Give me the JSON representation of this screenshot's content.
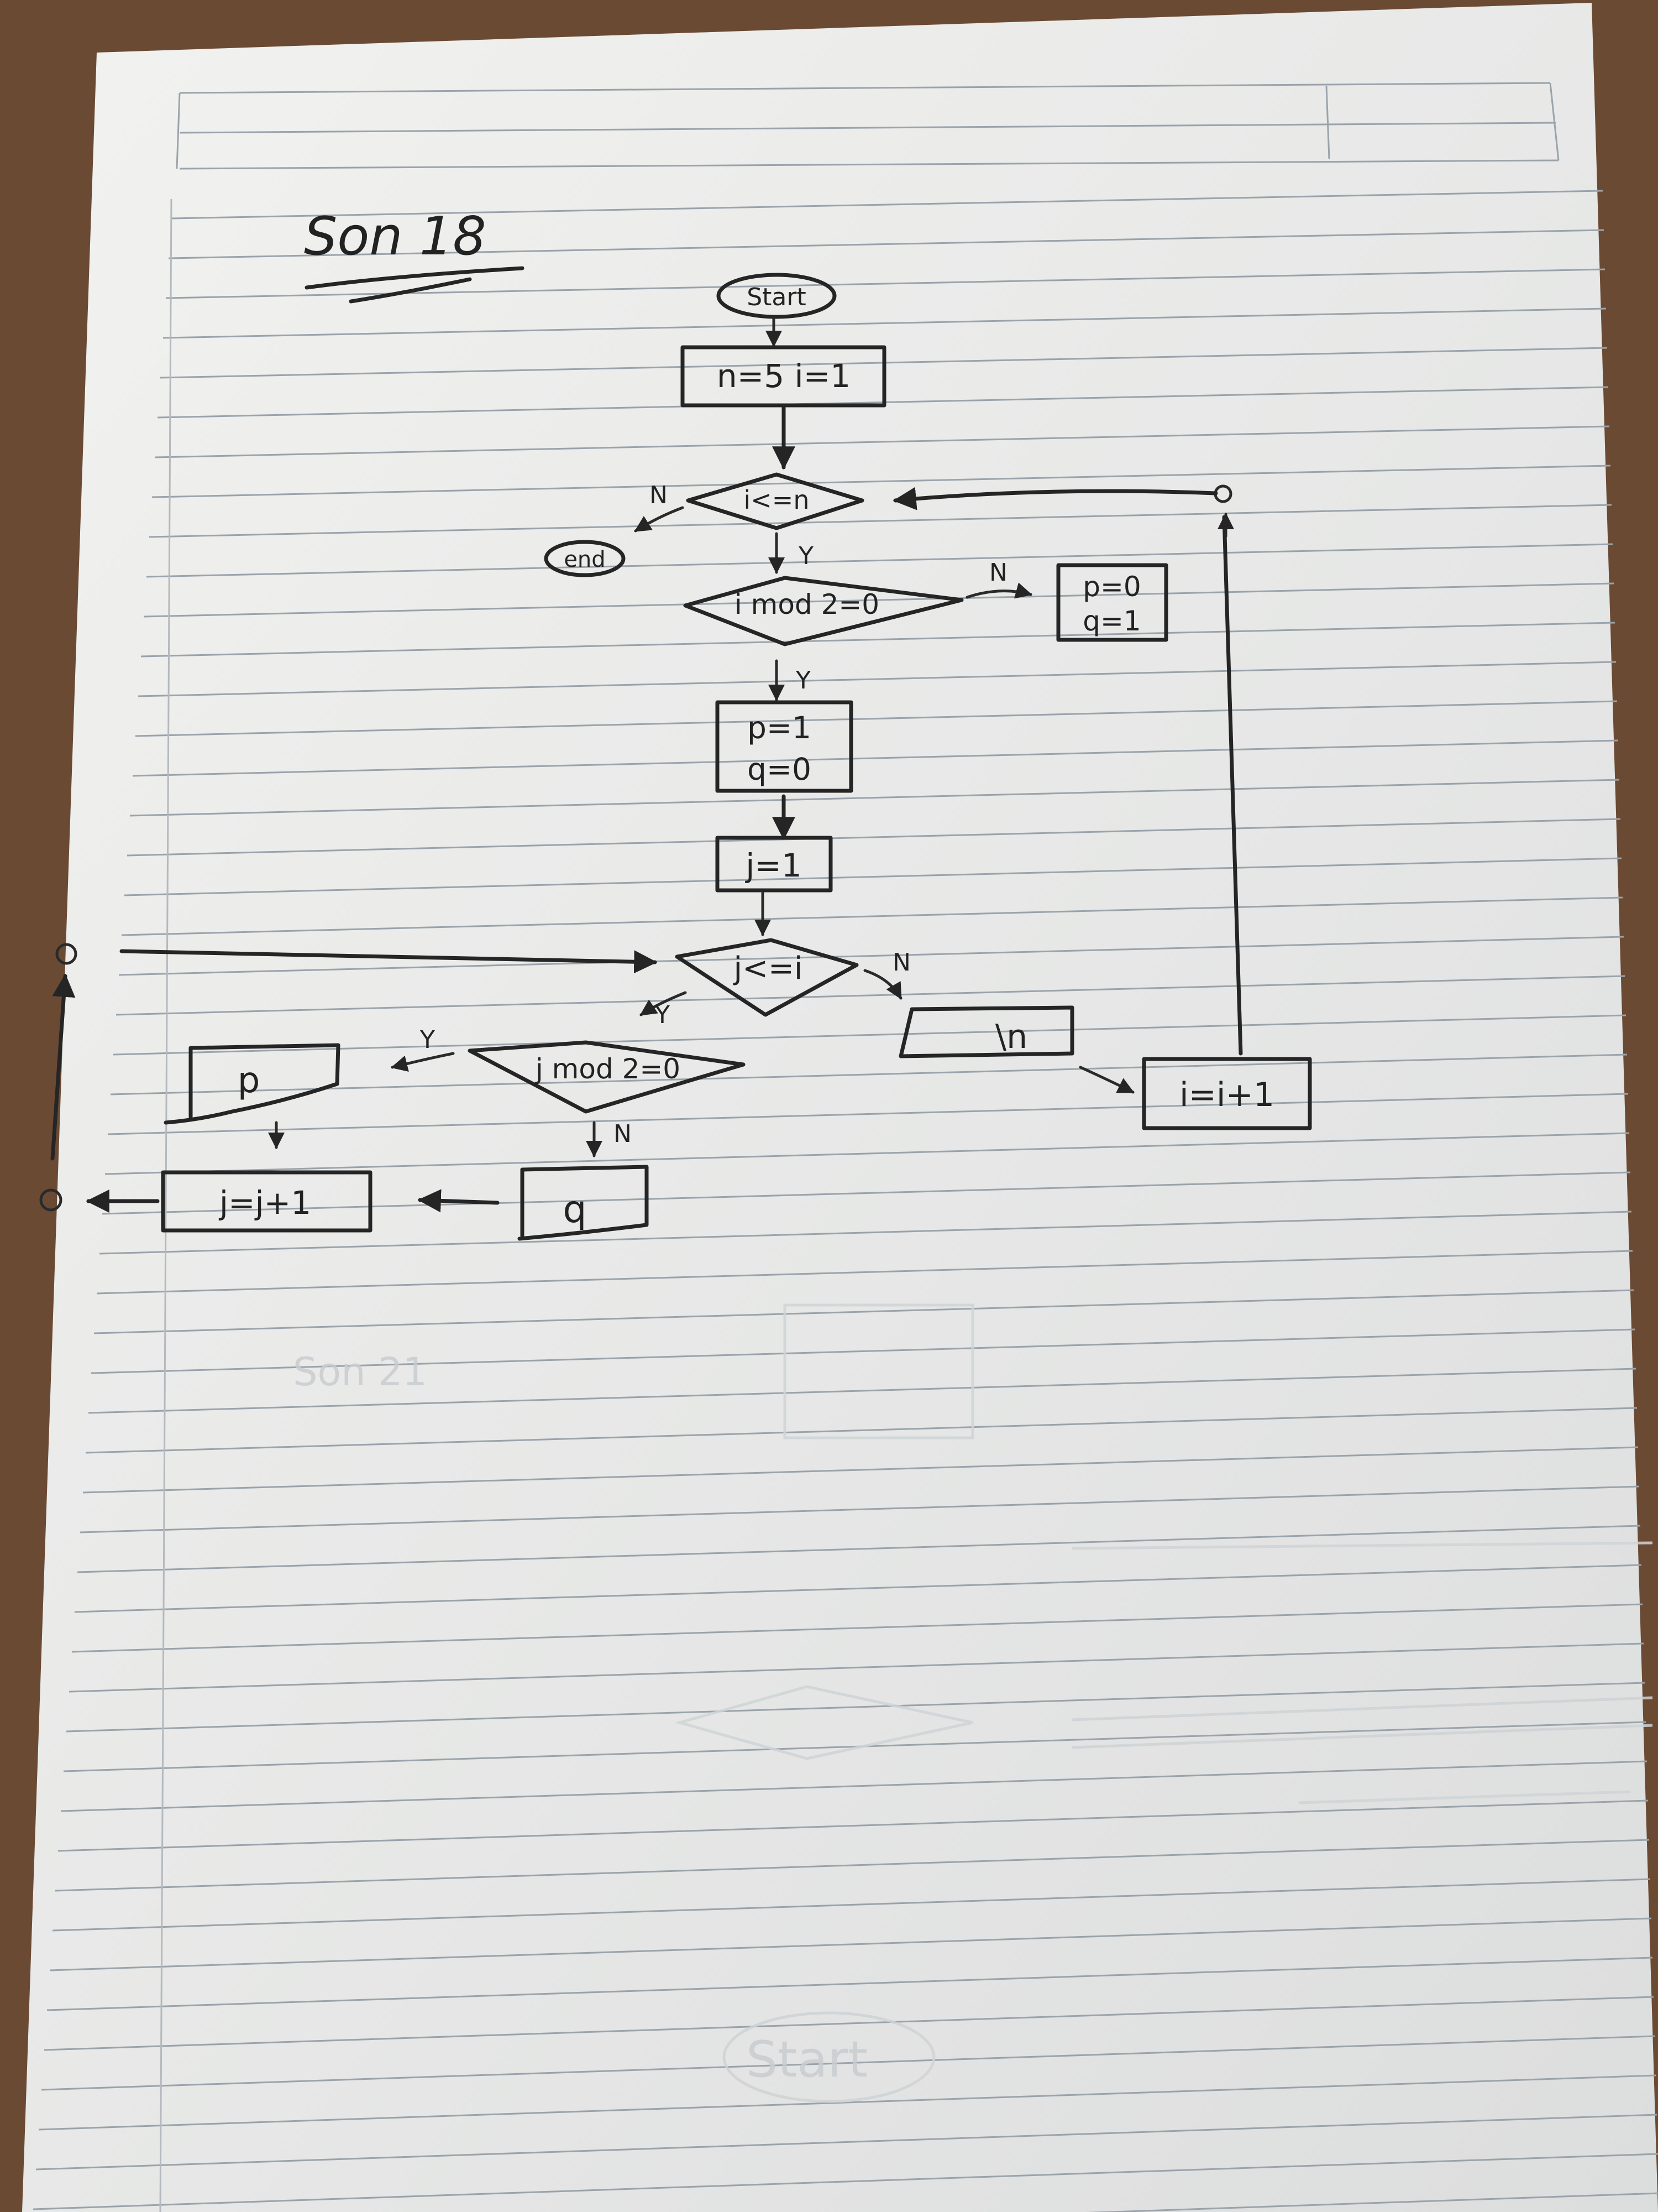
{
  "page": {
    "title": "Son 18",
    "ink_color": "#252525",
    "paper_color": "#ececea",
    "table_color": "#6b4a34"
  },
  "flowchart": {
    "start": "Start",
    "init": "n=5 i=1",
    "cond_i": "i<=n",
    "end": "end",
    "cond_imod": "i mod 2=0",
    "no_branch_imod_1": "p=0",
    "no_branch_imod_2": "q=1",
    "yes_branch_imod_1": "p=1",
    "yes_branch_imod_2": "q=0",
    "init_j": "j=1",
    "cond_j": "j<=i",
    "newline_output": "\\n",
    "incr_i": "i=i+1",
    "cond_jmod": "j mod 2=0",
    "output_p": "p",
    "output_q": "q",
    "incr_j": "j=j+1",
    "label_yes": "Y",
    "label_no": "N"
  },
  "ghost": {
    "title": "Son 21",
    "start": "Start"
  }
}
